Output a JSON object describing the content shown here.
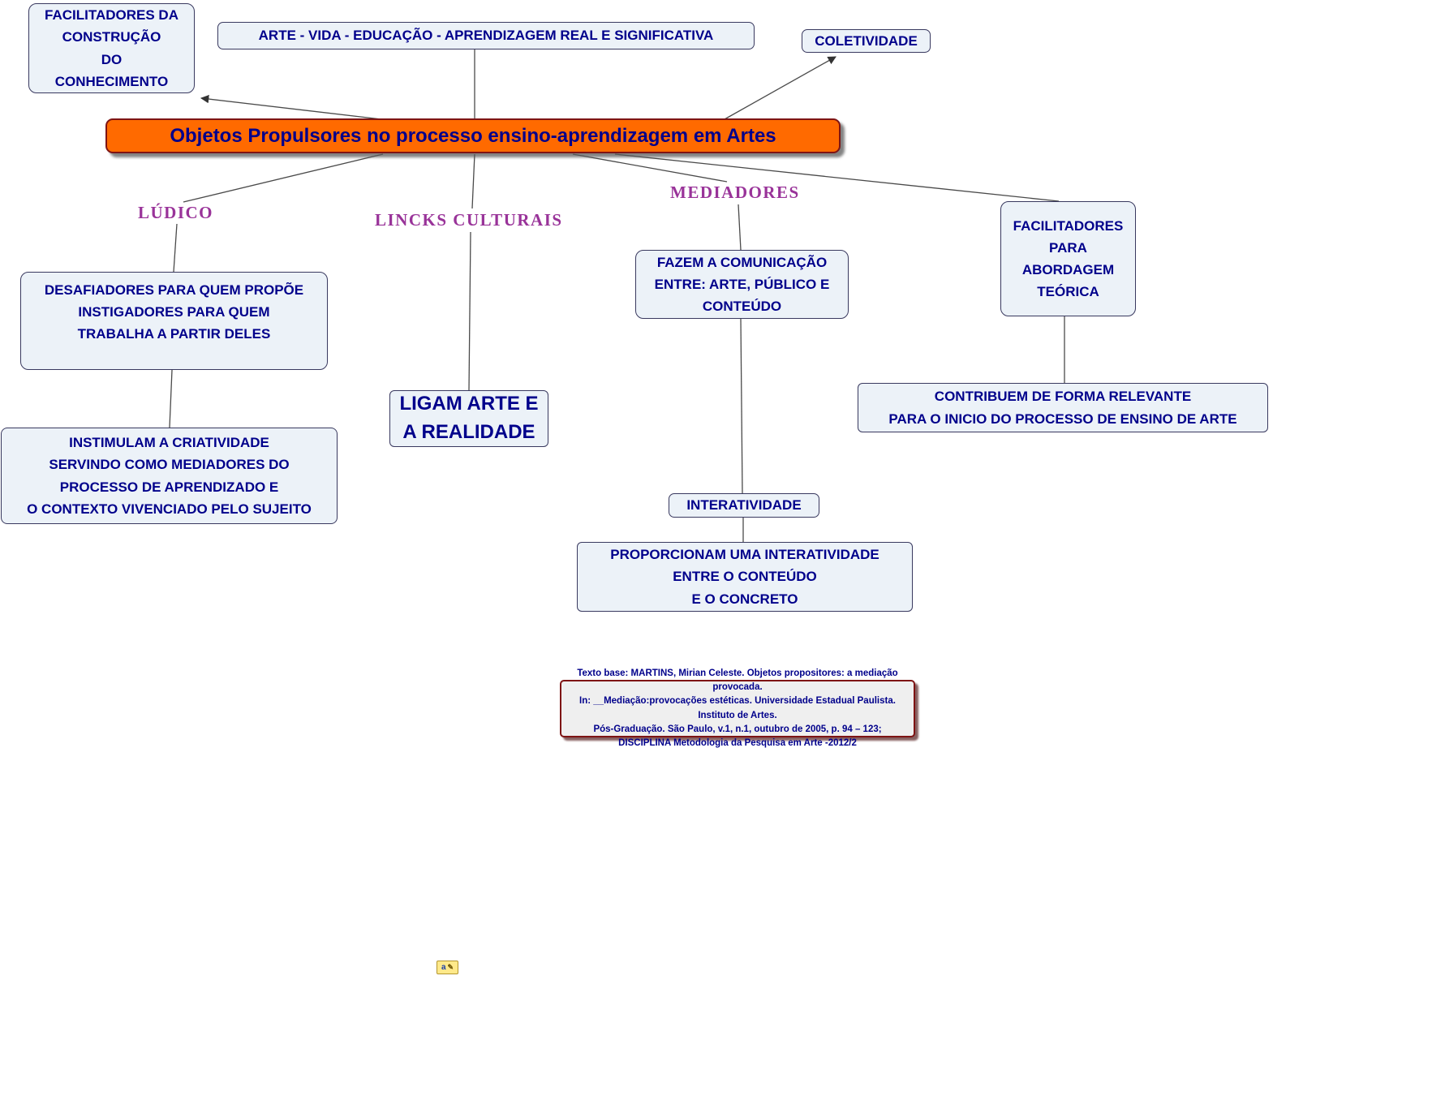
{
  "title": "Objetos Propulsores no processo ensino-aprendizagem em Artes",
  "nodes": {
    "facilitadores_construcao": "FACILITADORES DA\nCONSTRUÇÃO\nDO\nCONHECIMENTO",
    "arte_vida": "ARTE - VIDA - EDUCAÇÃO - APRENDIZAGEM REAL E SIGNIFICATIVA",
    "coletividade": "COLETIVIDADE",
    "fazem_comunicacao": "FAZEM A COMUNICAÇÃO\nENTRE: ARTE, PÚBLICO E\nCONTEÚDO",
    "facilitadores_teorica": "FACILITADORES\nPARA\nABORDAGEM\nTEÓRICA",
    "desafiadores": "DESAFIADORES PARA QUEM PROPÕE\nINSTIGADORES PARA QUEM\nTRABALHA A PARTIR DELES",
    "ligam_arte": "LIGAM ARTE E\nA REALIDADE",
    "contribuem": "CONTRIBUEM DE FORMA RELEVANTE\nPARA O INICIO DO PROCESSO DE ENSINO DE ARTE",
    "instimulam": "INSTIMULAM A CRIATIVIDADE\nSERVINDO COMO MEDIADORES DO\nPROCESSO DE APRENDIZADO E\nO CONTEXTO VIVENCIADO PELO SUJEITO",
    "interatividade": "INTERATIVIDADE",
    "proporcionam": "PROPORCIONAM UMA INTERATIVIDADE\nENTRE O CONTEÚDO\nE O CONCRETO"
  },
  "labels": {
    "ludico": "LÚDICO",
    "lincks": "LINCKS CULTURAIS",
    "mediadores": "MEDIADORES"
  },
  "citation": "Texto base: MARTINS, Mirian Celeste. Objetos propositores: a mediação provocada.\nIn: __Mediação:provocações estéticas. Universidade Estadual Paulista. Instituto de Artes.\nPós-Graduação. São Paulo, v.1, n.1, outubro de 2005, p. 94 – 123;\nDISCIPLINA Metodologia da Pesquisa em Arte -2012/2",
  "icons": {
    "annotation_letter": "a",
    "annotation_pencil": "✎"
  },
  "colors": {
    "node_bg": "#ecf2f8",
    "node_text": "#00008B",
    "title_bg": "#ff6a00",
    "title_border": "#7e1414",
    "label_text": "#993399",
    "citation_border": "#7e1414"
  }
}
